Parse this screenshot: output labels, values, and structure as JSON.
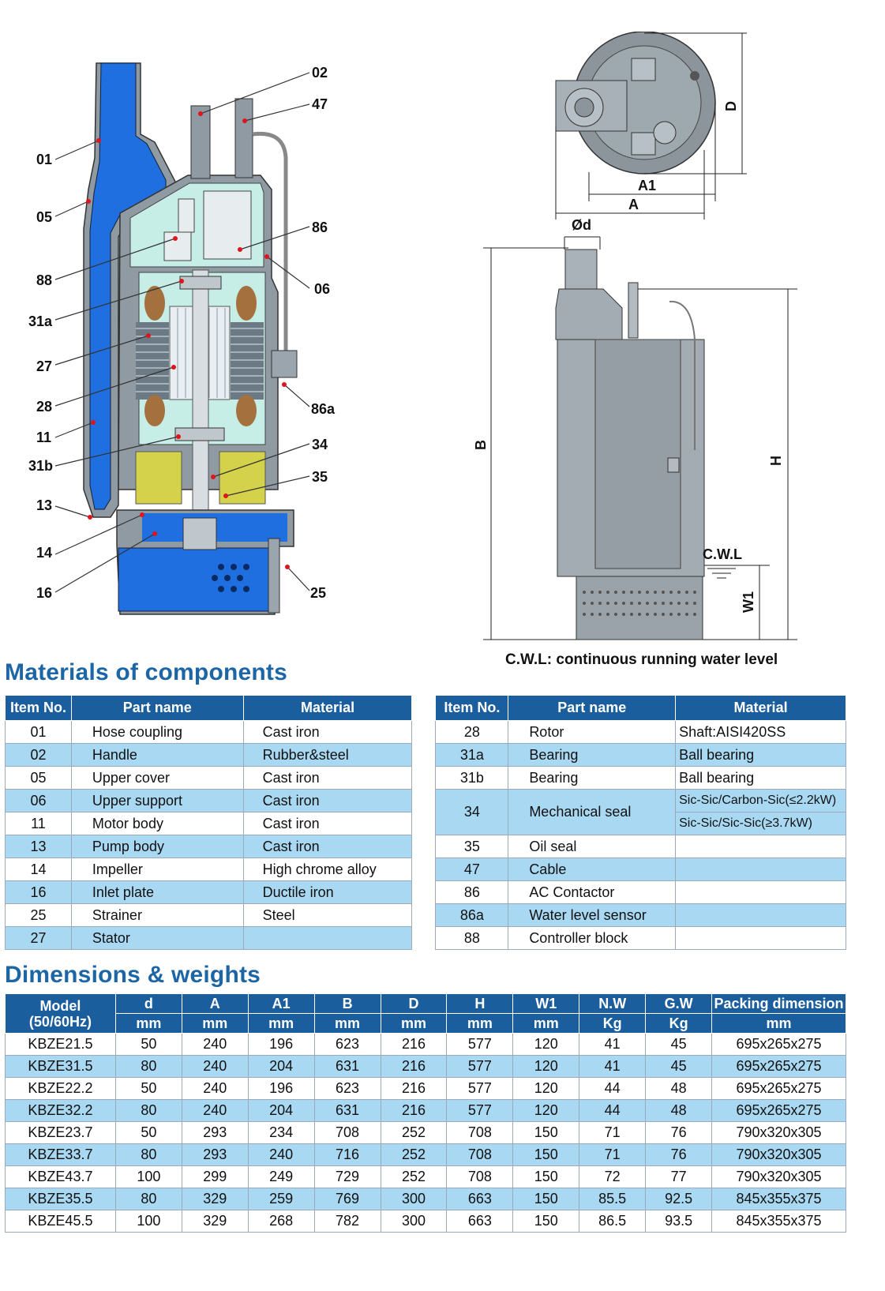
{
  "callouts": {
    "c01": "01",
    "c05": "05",
    "c88": "88",
    "c31a": "31a",
    "c27": "27",
    "c28": "28",
    "c11": "11",
    "c31b": "31b",
    "c13": "13",
    "c14": "14",
    "c16": "16",
    "c02": "02",
    "c47": "47",
    "c86": "86",
    "c06": "06",
    "c86a": "86a",
    "c34": "34",
    "c35": "35",
    "c25": "25"
  },
  "dimension_labels": {
    "D": "D",
    "A1": "A1",
    "A": "A",
    "od": "Ød",
    "B": "B",
    "H": "H",
    "CWL": "C.W.L",
    "W1": "W1"
  },
  "cwl_note": "C.W.L: continuous running water level",
  "materials": {
    "title": "Materials of components",
    "headers": [
      "Item No.",
      "Part name",
      "Material",
      "Item No.",
      "Part name",
      "Material"
    ],
    "left_rows": [
      [
        "01",
        "Hose coupling",
        "Cast iron"
      ],
      [
        "02",
        "Handle",
        "Rubber&steel"
      ],
      [
        "05",
        "Upper cover",
        "Cast iron"
      ],
      [
        "06",
        "Upper support",
        "Cast iron"
      ],
      [
        "11",
        "Motor body",
        "Cast iron"
      ],
      [
        "13",
        "Pump body",
        "Cast iron"
      ],
      [
        "14",
        "Impeller",
        "High chrome alloy"
      ],
      [
        "16",
        "Inlet plate",
        "Ductile iron"
      ],
      [
        "25",
        "Strainer",
        "Steel"
      ],
      [
        "27",
        "Stator",
        ""
      ]
    ],
    "right_rows": [
      [
        "28",
        "Rotor",
        "Shaft:AISI420SS"
      ],
      [
        "31a",
        "Bearing",
        "Ball bearing"
      ],
      [
        "31b",
        "Bearing",
        "Ball bearing"
      ],
      [
        "34",
        "Mechanical seal",
        "Sic-Sic/Carbon-Sic(≤2.2kW)"
      ],
      [
        "35",
        "Oil seal",
        ""
      ],
      [
        "47",
        "Cable",
        ""
      ],
      [
        "86",
        "AC Contactor",
        ""
      ],
      [
        "86a",
        "Water level sensor",
        ""
      ],
      [
        "88",
        "Controller block",
        ""
      ]
    ],
    "seal_material_line2": "Sic-Sic/Sic-Sic(≥3.7kW)"
  },
  "dimensions": {
    "title": "Dimensions & weights",
    "headers": [
      "Model\n(50/60Hz)",
      "d",
      "A",
      "A1",
      "B",
      "D",
      "H",
      "W1",
      "N.W",
      "G.W",
      "Packing dimension"
    ],
    "units": [
      "mm",
      "mm",
      "mm",
      "mm",
      "mm",
      "mm",
      "mm",
      "Kg",
      "Kg",
      "mm"
    ],
    "rows": [
      [
        "KBZE21.5",
        "50",
        "240",
        "196",
        "623",
        "216",
        "577",
        "120",
        "41",
        "45",
        "695x265x275"
      ],
      [
        "KBZE31.5",
        "80",
        "240",
        "204",
        "631",
        "216",
        "577",
        "120",
        "41",
        "45",
        "695x265x275"
      ],
      [
        "KBZE22.2",
        "50",
        "240",
        "196",
        "623",
        "216",
        "577",
        "120",
        "44",
        "48",
        "695x265x275"
      ],
      [
        "KBZE32.2",
        "80",
        "240",
        "204",
        "631",
        "216",
        "577",
        "120",
        "44",
        "48",
        "695x265x275"
      ],
      [
        "KBZE23.7",
        "50",
        "293",
        "234",
        "708",
        "252",
        "708",
        "150",
        "71",
        "76",
        "790x320x305"
      ],
      [
        "KBZE33.7",
        "80",
        "293",
        "240",
        "716",
        "252",
        "708",
        "150",
        "71",
        "76",
        "790x320x305"
      ],
      [
        "KBZE43.7",
        "100",
        "299",
        "249",
        "729",
        "252",
        "708",
        "150",
        "72",
        "77",
        "790x320x305"
      ],
      [
        "KBZE35.5",
        "80",
        "329",
        "259",
        "769",
        "300",
        "663",
        "150",
        "85.5",
        "92.5",
        "845x355x375"
      ],
      [
        "KBZE45.5",
        "100",
        "329",
        "268",
        "782",
        "300",
        "663",
        "150",
        "86.5",
        "93.5",
        "845x355x375"
      ]
    ]
  },
  "colors": {
    "header_blue": "#1b5e9e",
    "row_alt": "#a9d8f2",
    "title_blue": "#1c66a6",
    "water_blue": "#1f6fe0"
  }
}
